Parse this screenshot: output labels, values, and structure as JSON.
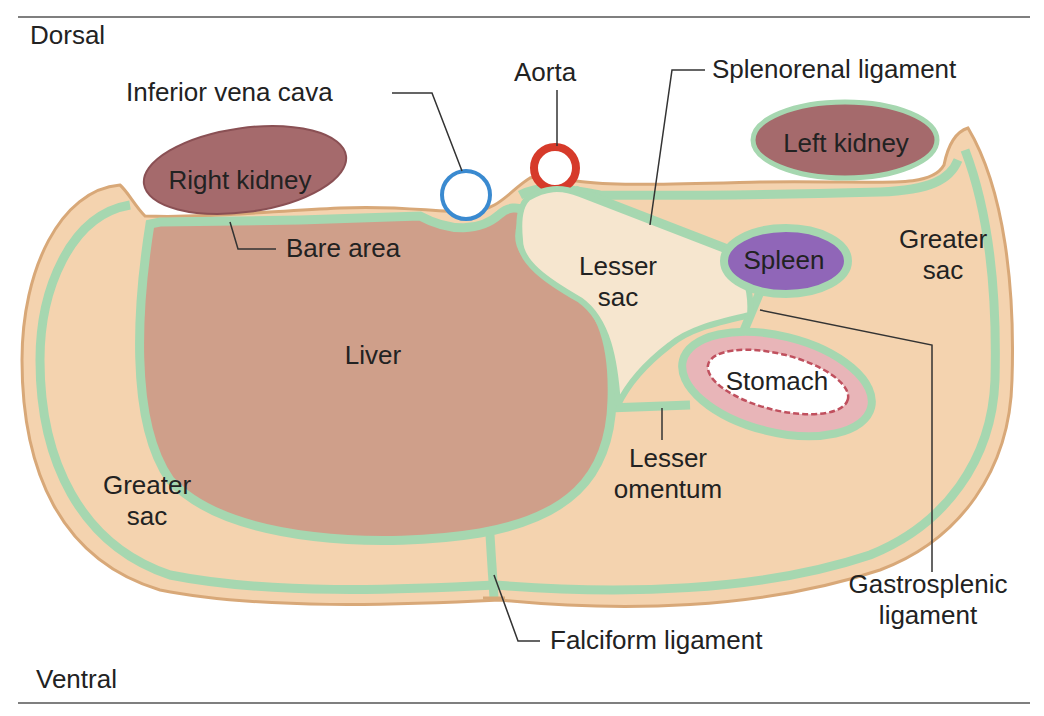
{
  "diagram": {
    "nodes": [
      {
        "text": [
          "Right kidney"
        ]
      },
      {
        "text": [
          "Left kidney"
        ]
      },
      {
        "text": [
          "Liver"
        ]
      },
      {
        "text": [
          "Lesser sac"
        ]
      },
      {
        "text": [
          "Spleen"
        ]
      },
      {
        "text": [
          "Stomach"
        ]
      }
    ],
    "labels": [
      "Dorsal",
      "Inferior vena cava",
      "Aorta",
      "Splenorenal ligament",
      "Bare area",
      "Greater sac",
      "Greater sac",
      "Lesser omentum",
      "Gastrosplenic ligament",
      "Falciform ligament",
      "Ventral"
    ]
  }
}
